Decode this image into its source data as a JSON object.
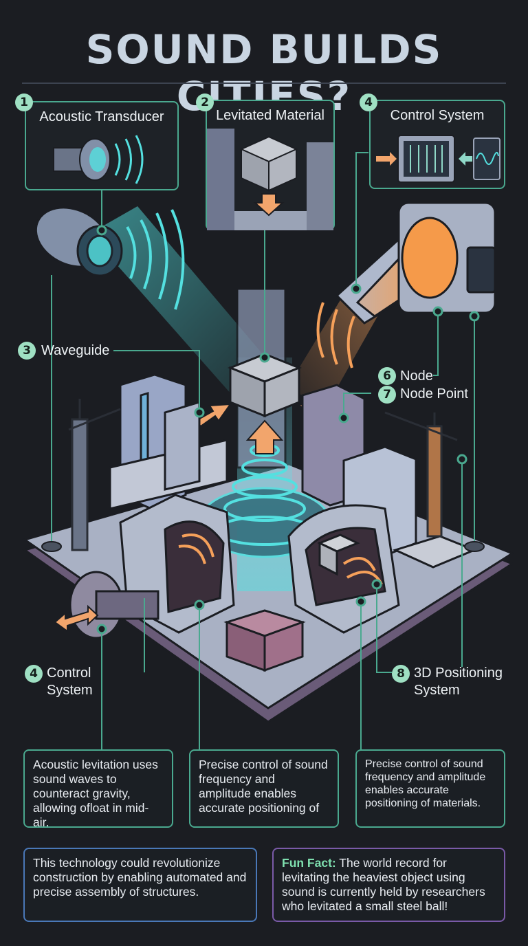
{
  "title": "SOUND BUILDS CITIES?",
  "callouts": {
    "transducer": {
      "number": "1",
      "label": "Acoustic Transducer"
    },
    "material": {
      "number": "2",
      "label": "Levitated Material"
    },
    "control_top": {
      "number": "4",
      "label": "Control System"
    }
  },
  "labels": {
    "waveguide": {
      "number": "3",
      "text": "Waveguide"
    },
    "node": {
      "number": "6",
      "text": "Node"
    },
    "node_point": {
      "number": "7",
      "text": "Node Point"
    },
    "control_bottom": {
      "number": "4",
      "line1": "Control",
      "line2": "System"
    },
    "positioning": {
      "number": "8",
      "line1": "3D Positioning",
      "line2": "System"
    }
  },
  "info_boxes": {
    "box1": "Acoustic levitation uses sound waves to counteract gravity, allowing ofloat in mid-air.",
    "box2": "Precise control of sound frequency and amplitude enables accurate positioning of",
    "box3": "Precise control of sound frequency and amplitude enables accurate positioning of materials.",
    "box4": "This technology could revolutionize construction by enabling automated and precise assembly of structures.",
    "fun_fact_key": "Fun Fact:",
    "fun_fact_text": " The world record for levitating the heaviest object using sound is currently held by researchers who levitated a small steel ball!"
  },
  "colors": {
    "accent_teal": "#4aa98f",
    "badge": "#9fe0c3",
    "wave_cyan": "#54e0e0",
    "wave_orange": "#f5a05a",
    "background": "#1b1d22"
  }
}
